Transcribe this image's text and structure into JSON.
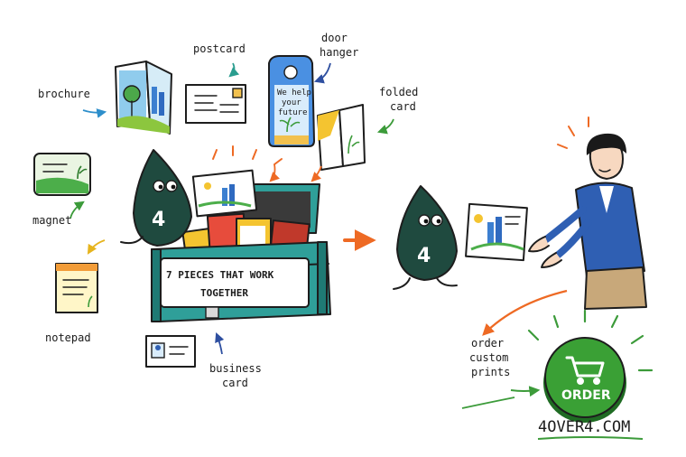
{
  "labels": {
    "brochure": "brochure",
    "postcard": "postcard",
    "door_hanger_line1": "door",
    "door_hanger_line2": "hanger",
    "folded_card_line1": "folded",
    "folded_card_line2": "card",
    "magnet": "magnet",
    "notepad": "notepad",
    "business_card_line1": "business",
    "business_card_line2": "card"
  },
  "door_hanger_text": [
    "We help",
    "your",
    "future"
  ],
  "mascot_badge": "4",
  "chest_sign": {
    "line1": "7 PIECES THAT WORK",
    "line2": "TOGETHER"
  },
  "cta": {
    "line1": "order",
    "line2": "custom",
    "line3": "prints",
    "button_label": "ORDER",
    "button_icon": "shopping-cart-icon",
    "website": "4OVER4.COM"
  },
  "colors": {
    "mascot": "#1f4a3f",
    "chest": "#2f9f99",
    "order_button": "#3aa035",
    "arrow_orange": "#ee6a24",
    "arrow_blue": "#2e8fcb",
    "arrow_green": "#3c9b3a",
    "jacket": "#2f5fb3"
  }
}
